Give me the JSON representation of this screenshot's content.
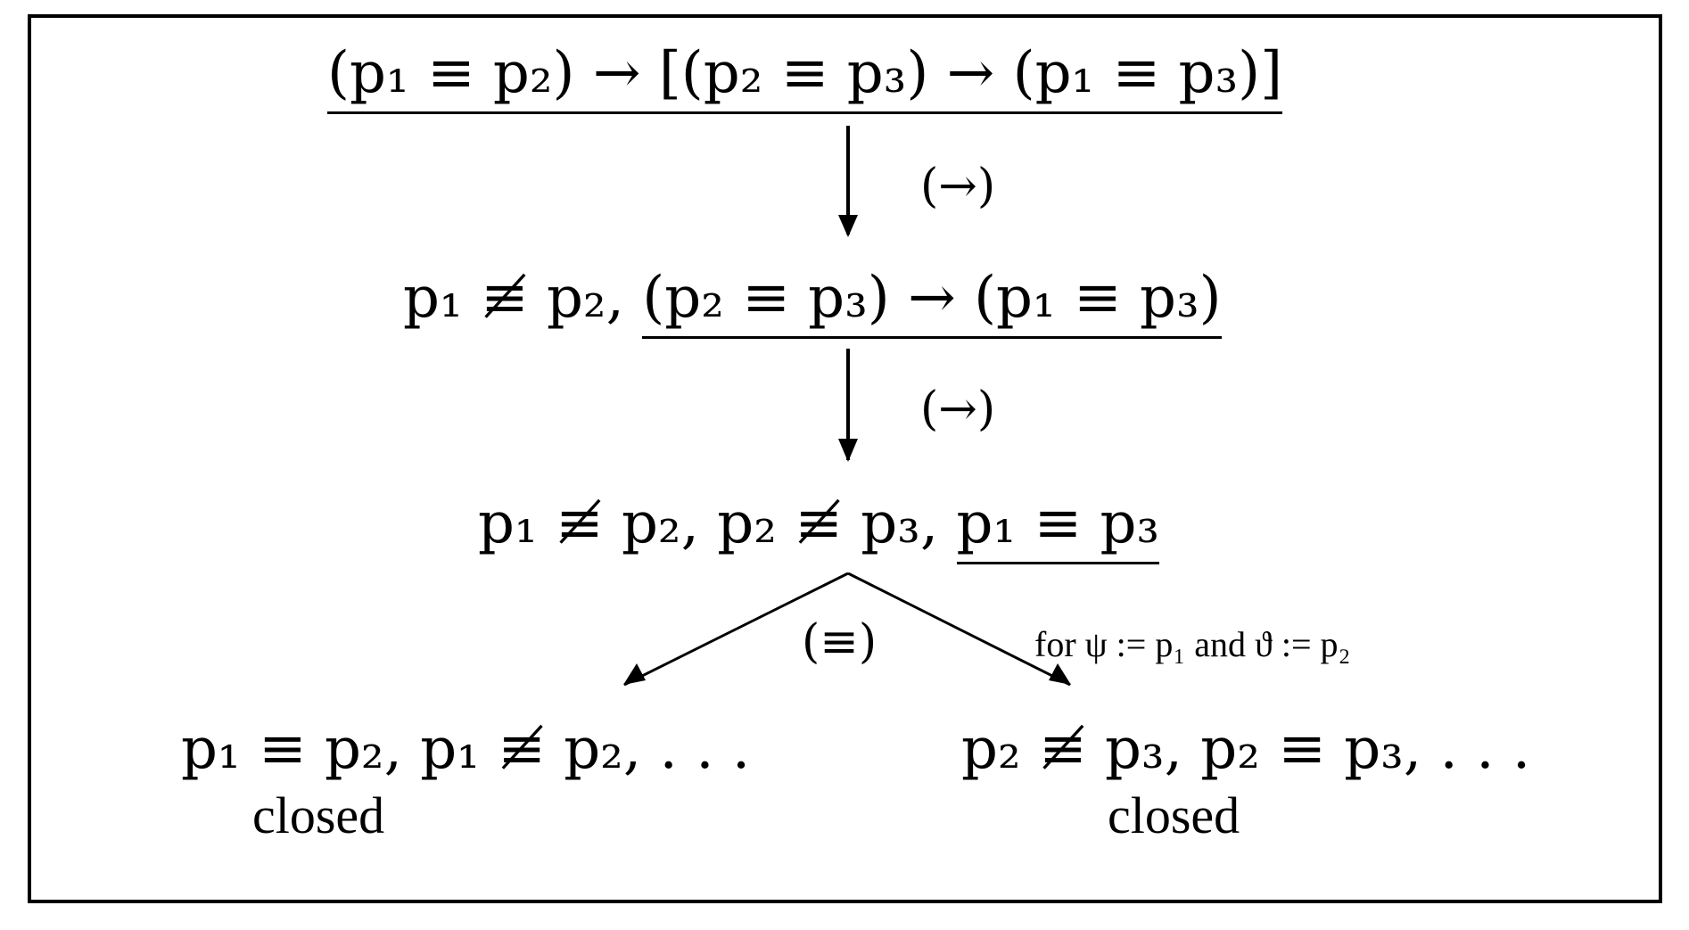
{
  "nodes": {
    "root": {
      "text": "(p₁ ≡ p₂) → [(p₂ ≡ p₃) → (p₁ ≡ p₃)]"
    },
    "step1": {
      "prefix": "p₁ ≢ p₂, ",
      "main": "(p₂ ≡ p₃) → (p₁ ≡ p₃)"
    },
    "step2": {
      "prefix": "p₁ ≢ p₂, p₂ ≢ p₃, ",
      "main": "p₁ ≡ p₃"
    },
    "left_leaf": {
      "text": "p₁ ≡ p₂, p₁ ≢ p₂, . . .",
      "status": "closed"
    },
    "right_leaf": {
      "text": "p₂ ≢ p₃, p₂ ≡ p₃, . . .",
      "status": "closed"
    }
  },
  "rules": {
    "first": "(→)",
    "second": "(→)",
    "branch": "(≡)"
  },
  "branch_note": "for ψ := p₁ and ϑ := p₂"
}
